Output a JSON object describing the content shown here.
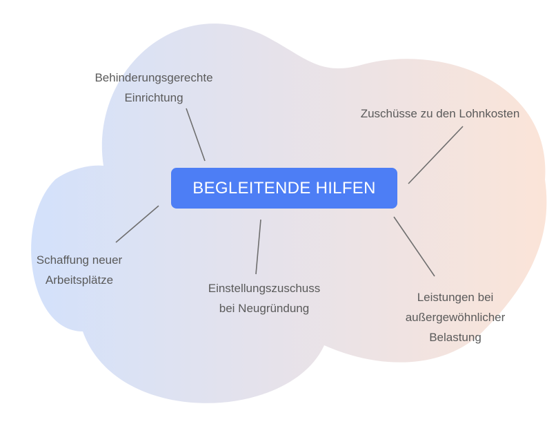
{
  "center": {
    "label": "BEGLEITENDE HILFEN",
    "color": "#4d7ef5"
  },
  "branches": [
    {
      "id": "behinderungsgerechte-einrichtung",
      "lines": [
        "Behinderungsgerechte",
        "Einrichtung"
      ]
    },
    {
      "id": "zuschuesse-lohnkosten",
      "lines": [
        "Zuschüsse zu den Lohnkosten"
      ]
    },
    {
      "id": "schaffung-arbeitsplaetze",
      "lines": [
        "Schaffung neuer",
        "Arbeitsplätze"
      ]
    },
    {
      "id": "einstellungszuschuss",
      "lines": [
        "Einstellungszuschuss",
        "bei Neugründung"
      ]
    },
    {
      "id": "leistungen-belastung",
      "lines": [
        "Leistungen bei",
        "außergewöhnlicher",
        "Belastung"
      ]
    }
  ],
  "colors": {
    "text": "#5a5a5a",
    "connector": "#6e6e6e",
    "cloud_left": "#d3e1fb",
    "cloud_right": "#fbe4d8"
  }
}
